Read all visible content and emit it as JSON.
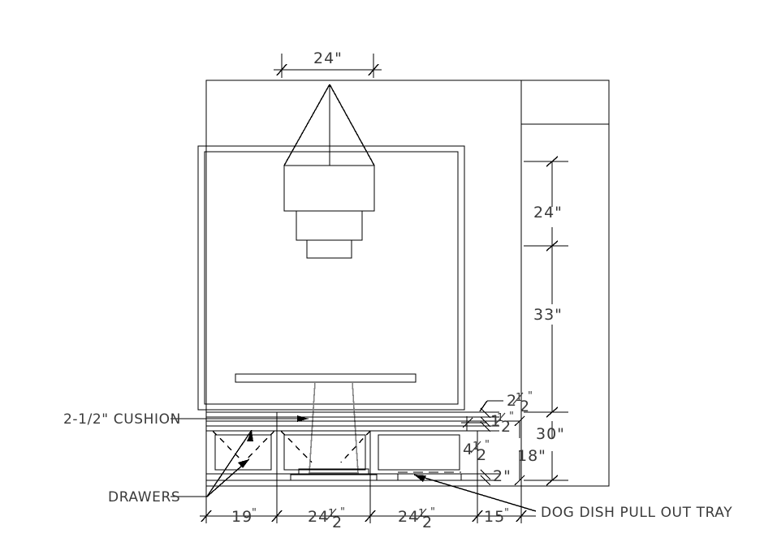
{
  "drawing": {
    "title": "Kitchen Cabinet Elevation",
    "type": "cad-elevation"
  },
  "dimensions": {
    "top_width": "24\"",
    "right_chain": [
      {
        "label": "24\"",
        "id": "dim-24-upper"
      },
      {
        "label": "33\"",
        "id": "dim-33"
      },
      {
        "label": "30\"",
        "id": "dim-30"
      },
      {
        "label": "18\"",
        "id": "dim-18"
      }
    ],
    "detail_stack": [
      {
        "whole": "2",
        "num": "1",
        "den": "2",
        "unit": "\"",
        "id": "dim-2-half"
      },
      {
        "whole": "1",
        "num": "1",
        "den": "2",
        "unit": "\"",
        "id": "dim-1-half"
      },
      {
        "whole": "4",
        "num": "1",
        "den": "2",
        "unit": "\"",
        "id": "dim-4-half"
      }
    ],
    "two_inch": "2\"",
    "bottom_chain": [
      {
        "whole": "19",
        "num": "",
        "den": "",
        "unit": "\"",
        "id": "dim-19"
      },
      {
        "whole": "24",
        "num": "1",
        "den": "2",
        "unit": "\"",
        "id": "dim-24-half-a"
      },
      {
        "whole": "24",
        "num": "1",
        "den": "2",
        "unit": "\"",
        "id": "dim-24-half-b"
      },
      {
        "whole": "15",
        "num": "",
        "den": "",
        "unit": "\"",
        "id": "dim-15"
      }
    ]
  },
  "annotations": {
    "cushion": "2-1/2\" CUSHION",
    "drawers": "DRAWERS",
    "dog_dish": "DOG DISH PULL OUT TRAY"
  },
  "colors": {
    "line": "#000000",
    "text": "#3a3a3a",
    "pedestal": "#808080",
    "background": "#ffffff"
  }
}
